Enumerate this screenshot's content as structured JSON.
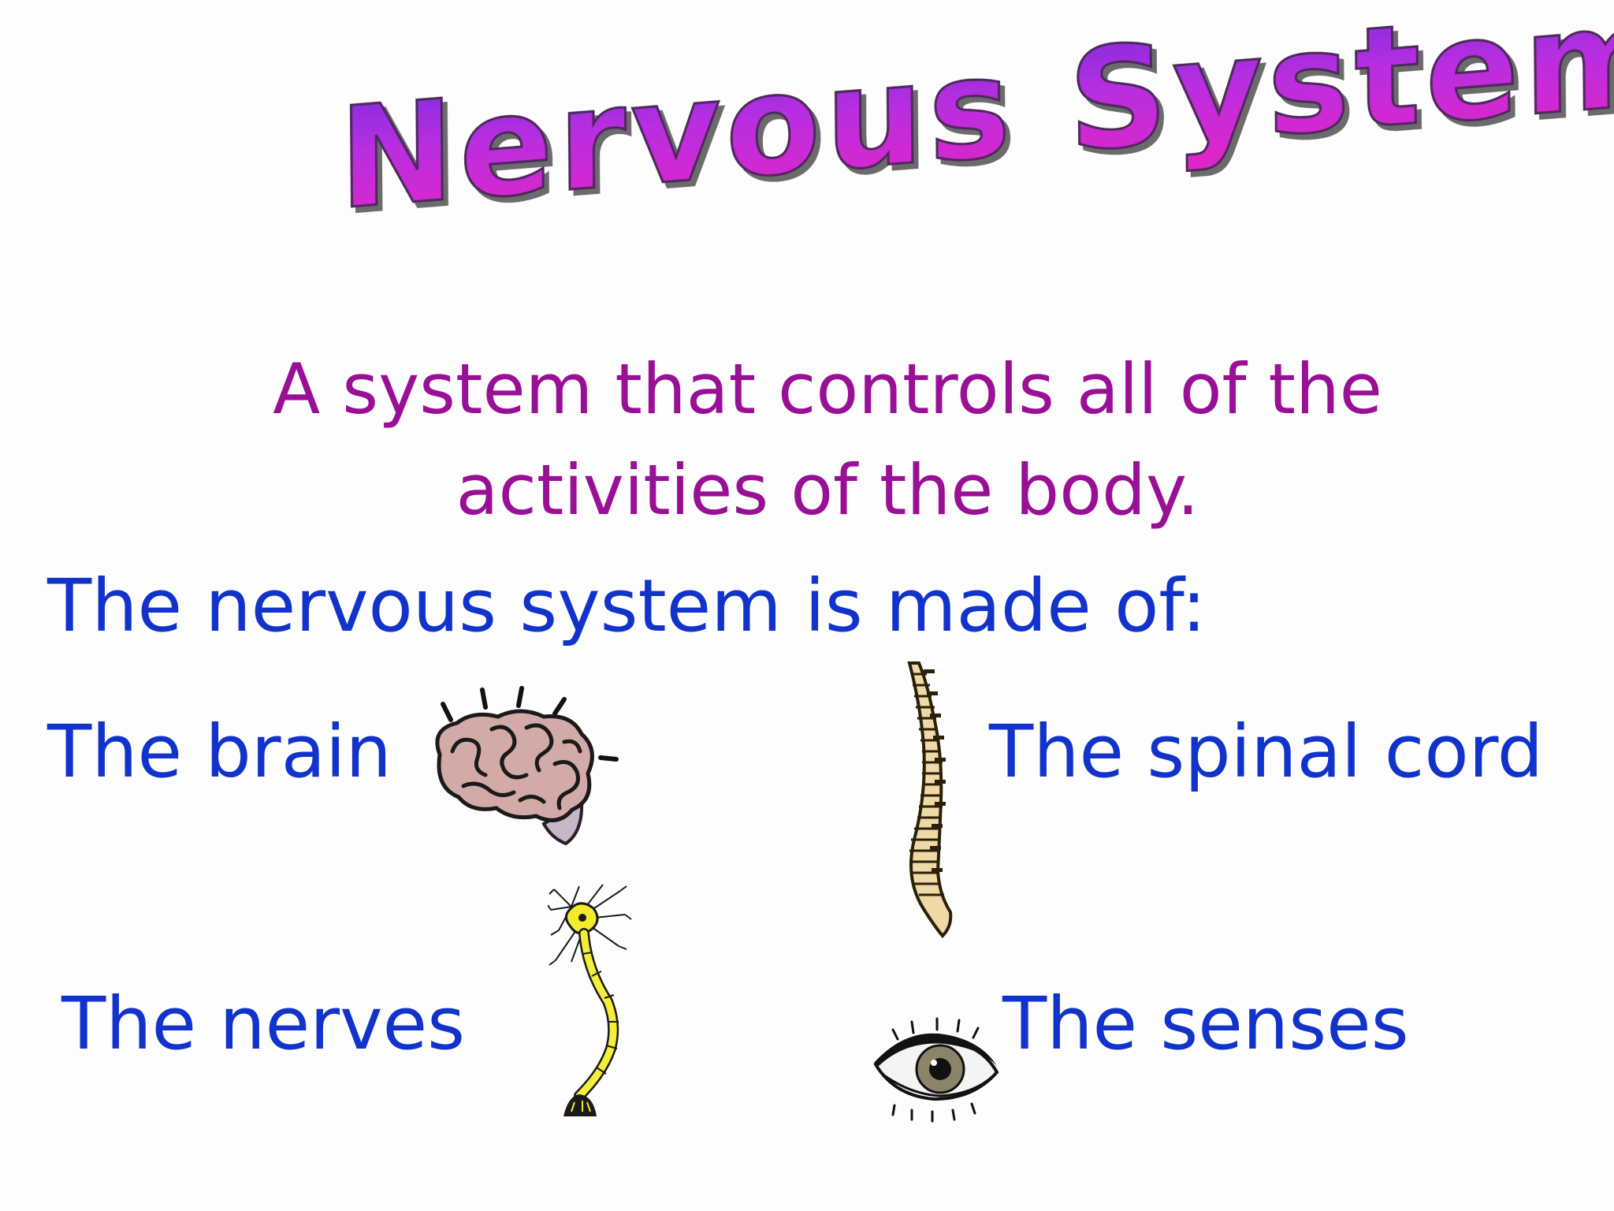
{
  "slide": {
    "title": "Nervous System",
    "definition_line1": "A system that controls all of the",
    "definition_line2": "activities of the body.",
    "intro": "The nervous system is made of:",
    "parts": {
      "brain": "The brain",
      "spinal_cord": "The spinal cord",
      "nerves": "The nerves",
      "senses": "The senses"
    },
    "icons": {
      "brain": "brain-icon",
      "spine": "spine-icon",
      "neuron": "neuron-icon",
      "eye": "eye-icon"
    },
    "colors": {
      "title_gradient_top": "#7a2be0",
      "title_gradient_bottom": "#e424c6",
      "definition": "#990f96",
      "body_text": "#1133cc",
      "background": "#fdfdfd"
    }
  }
}
